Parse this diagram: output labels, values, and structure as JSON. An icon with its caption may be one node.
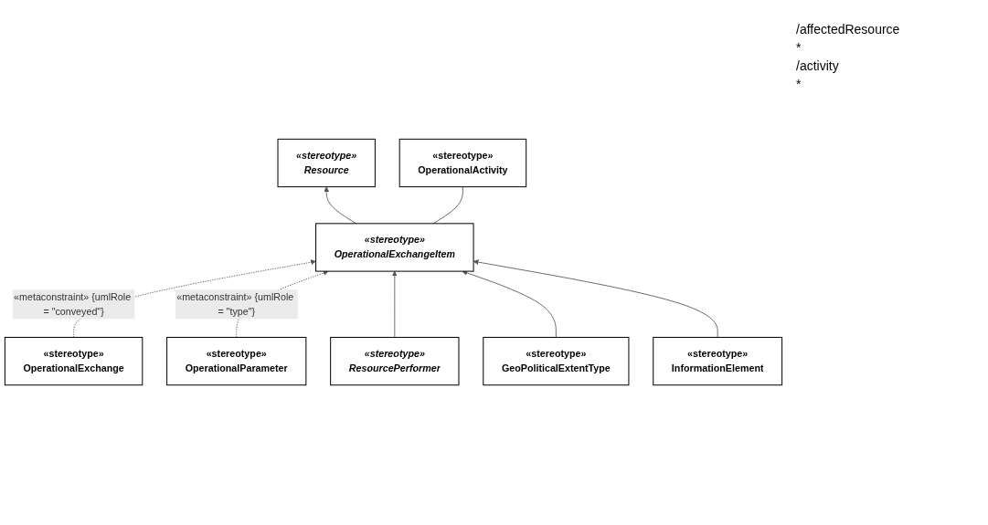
{
  "diagram": {
    "nodes": [
      {
        "text": [
          "«stereotype»",
          "Resource"
        ]
      },
      {
        "text": [
          "«stereotype»",
          "OperationalExchangeItem"
        ]
      },
      {
        "text": [
          "«stereotype»",
          "OperationalExchange"
        ]
      },
      {
        "text": [
          "«stereotype»",
          "OperationalParameter"
        ]
      },
      {
        "text": [
          "«stereotype»",
          "OperationalActivity"
        ]
      },
      {
        "text": [
          "«stereotype»",
          "ResourcePerformer"
        ]
      },
      {
        "text": [
          "«stereotype»",
          "GeoPoliticalExtentType"
        ]
      },
      {
        "text": [
          "«stereotype»",
          "InformationElement"
        ]
      }
    ],
    "edges": [
      {
        "from": 1,
        "to": 0,
        "arrow": "to"
      },
      {
        "from": 2,
        "to": 1,
        "arrow": "to",
        "style": "dashed",
        "label": "«metaconstraint» {umlRole = \"conveyed\"}"
      },
      {
        "from": 3,
        "to": 1,
        "arrow": "to",
        "style": "dashed",
        "label": "«metaconstraint» {umlRole = \"type\"}"
      },
      {
        "from": 1,
        "to": 4,
        "arrow": "none"
      },
      {
        "from": 5,
        "to": 1,
        "arrow": "to"
      },
      {
        "from": 6,
        "to": 1,
        "arrow": "to"
      },
      {
        "from": 7,
        "to": 1,
        "arrow": "to"
      }
    ],
    "labels": [
      "/affectedResource",
      "*",
      "/activity",
      "*"
    ]
  }
}
